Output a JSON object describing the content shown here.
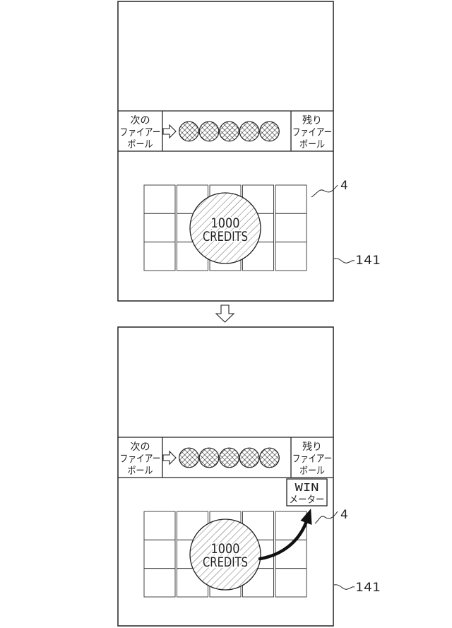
{
  "colors": {
    "ink": "#222222",
    "paper": "#ffffff"
  },
  "transition_icon": "down-hollow-arrow-icon",
  "screens": [
    {
      "next_fireball": {
        "lines": [
          "次の",
          "ファイアー",
          "ボール"
        ],
        "arrow_icon": "right-hollow-arrow-icon"
      },
      "fireball_queue": {
        "icon": "crosshatched-fireball-icon"
      },
      "remaining_fireball": {
        "lines": [
          "残り",
          "ファイアー",
          "ボール"
        ]
      },
      "credit_award": {
        "value": "1000",
        "unit": "CREDITS"
      },
      "reference_labels": {
        "reel_area": "4",
        "display": "141"
      }
    },
    {
      "next_fireball": {
        "lines": [
          "次の",
          "ファイアー",
          "ボール"
        ],
        "arrow_icon": "right-hollow-arrow-icon"
      },
      "fireball_queue": {
        "icon": "crosshatched-fireball-icon"
      },
      "remaining_fireball": {
        "lines": [
          "残り",
          "ファイアー",
          "ボール"
        ]
      },
      "win_meter": {
        "lines": [
          "WIN",
          "メーター"
        ]
      },
      "credit_award": {
        "value": "1000",
        "unit": "CREDITS"
      },
      "transfer_arrow_icon": "curved-arrow-icon",
      "reference_labels": {
        "reel_area": "4",
        "display": "141"
      }
    }
  ]
}
